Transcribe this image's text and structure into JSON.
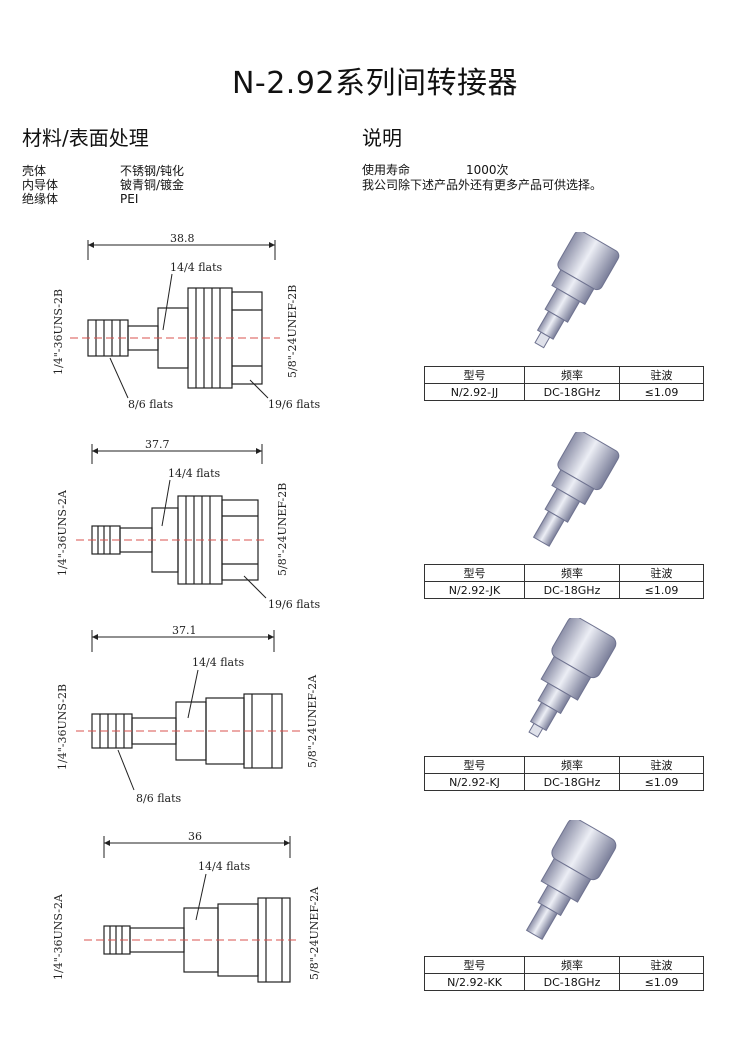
{
  "page": {
    "title": "N-2.92系列间转接器",
    "materials_heading": "材料/表面处理",
    "description_heading": "说明",
    "materials": [
      {
        "part": "壳体",
        "finish": "不锈钢/钝化"
      },
      {
        "part": "内导体",
        "finish": "铍青铜/镀金"
      },
      {
        "part": "绝缘体",
        "finish": "PEI"
      }
    ],
    "description": {
      "life_label": "使用寿命",
      "life_value": "1000次",
      "note": "我公司除下述产品外还有更多产品可供选择。"
    }
  },
  "drawings": [
    {
      "length": "38.8",
      "flats_top": "14/4 flats",
      "flats_bottom_left": "8/6 flats",
      "flats_bottom_right": "19/6 flats",
      "thread_left": "1/4\"-36UNS-2B",
      "thread_right": "5/8\"-24UNEF-2B"
    },
    {
      "length": "37.7",
      "flats_top": "14/4 flats",
      "flats_bottom_left": "",
      "flats_bottom_right": "19/6 flats",
      "thread_left": "1/4\"-36UNS-2A",
      "thread_right": "5/8\"-24UNEF-2B"
    },
    {
      "length": "37.1",
      "flats_top": "14/4 flats",
      "flats_bottom_left": "8/6 flats",
      "flats_bottom_right": "",
      "thread_left": "1/4\"-36UNS-2B",
      "thread_right": "5/8\"-24UNEF-2A"
    },
    {
      "length": "36",
      "flats_top": "14/4 flats",
      "flats_bottom_left": "",
      "flats_bottom_right": "",
      "thread_left": "1/4\"-36UNS-2A",
      "thread_right": "5/8\"-24UNEF-2A"
    }
  ],
  "spec_header": {
    "model": "型号",
    "frequency": "频率",
    "vswr": "驻波"
  },
  "products": [
    {
      "model": "N/2.92-JJ",
      "frequency": "DC-18GHz",
      "vswr": "≤1.09"
    },
    {
      "model": "N/2.92-JK",
      "frequency": "DC-18GHz",
      "vswr": "≤1.09"
    },
    {
      "model": "N/2.92-KJ",
      "frequency": "DC-18GHz",
      "vswr": "≤1.09"
    },
    {
      "model": "N/2.92-KK",
      "frequency": "DC-18GHz",
      "vswr": "≤1.09"
    }
  ],
  "colors": {
    "body_steel": "#c9ccd8",
    "body_dark": "#6f7390",
    "centerline": "#d9534f",
    "ink": "#111111"
  }
}
